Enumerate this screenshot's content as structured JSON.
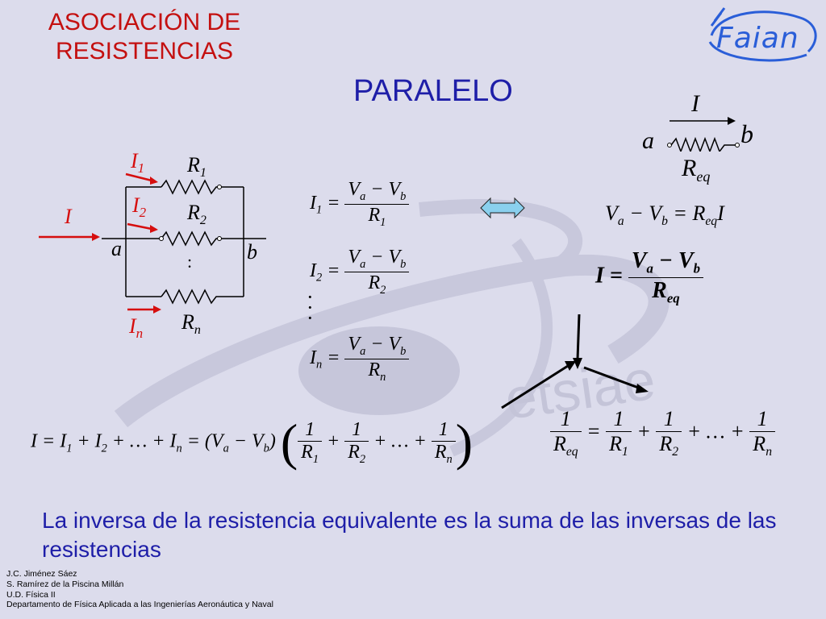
{
  "header": {
    "title_line1": "ASOCIACIÓN DE",
    "title_line2": "RESISTENCIAS",
    "subtitle": "PARALELO",
    "logo_text": "Faian"
  },
  "watermark": {
    "text": "etsiae"
  },
  "circuit": {
    "total_current": "I",
    "i1": "I",
    "i1_sub": "1",
    "i2": "I",
    "i2_sub": "2",
    "in": "I",
    "in_sub": "n",
    "r1": "R",
    "r1_sub": "1",
    "r2": "R",
    "r2_sub": "2",
    "rn": "R",
    "rn_sub": "n",
    "node_a": "a",
    "node_b": "b",
    "dots": ":"
  },
  "equiv_circuit": {
    "current": "I",
    "node_a": "a",
    "node_b": "b",
    "r": "R",
    "r_sub": "eq"
  },
  "equations": {
    "eq1": {
      "lhs": "I",
      "lhs_sub": "1",
      "num": "V<sub>a</sub> − V<sub>b</sub>",
      "den": "R",
      "den_sub": "1"
    },
    "eq2": {
      "lhs": "I",
      "lhs_sub": "2",
      "den": "R",
      "den_sub": "2"
    },
    "eqn": {
      "lhs": "I",
      "lhs_sub": "n",
      "den": "R",
      "den_sub": "n"
    },
    "vertical_dots": "⋮",
    "eq_va_vb": "= ",
    "sum_prefix": "I = I",
    "ellipsis": "…"
  },
  "conclusion": {
    "text": "La inversa de la resistencia equivalente es la suma de las inversas de las resistencias"
  },
  "credits": {
    "line1": "J.C. Jiménez Sáez",
    "line2": "S. Ramírez de la Piscina Millán",
    "line3": "U.D. Física II",
    "line4": "Departamento de Física Aplicada a las Ingenierías Aeronáutica y Naval"
  },
  "colors": {
    "background": "#dcdcec",
    "title_red": "#c41010",
    "text_blue": "#1e1ea8",
    "current_arrow_red": "#d60e0e",
    "logo_blue": "#2a5ed8"
  }
}
